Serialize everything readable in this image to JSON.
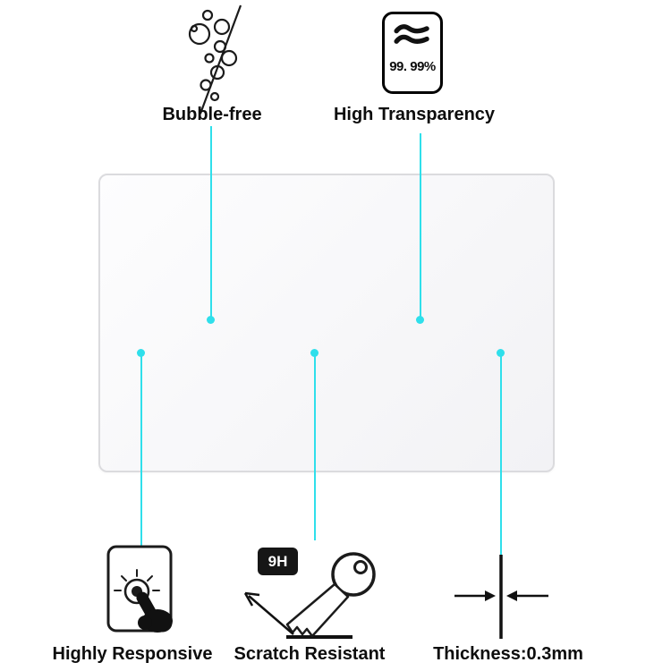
{
  "colors": {
    "accent_cyan": "#2fdfeb",
    "text": "#0d0d0d",
    "protector_border": "#dbdbde",
    "badge_dark": "#161616"
  },
  "callouts": {
    "bubble_free": {
      "label": "Bubble-free"
    },
    "high_transparency": {
      "label": "High Transparency",
      "value": "99. 99%"
    },
    "highly_responsive": {
      "label": "Highly Responsive"
    },
    "scratch_resistant": {
      "label": "Scratch Resistant",
      "hardness_badge": "9H"
    },
    "thickness": {
      "label": "Thickness:0.3mm"
    }
  },
  "icons": {
    "bubbles": "bubbles-icon",
    "transparency_waves": "transparency-waves-icon",
    "touch_hand": "touch-button-hand-icon",
    "key_scratch": "key-scratch-icon",
    "thickness_arrows": "thickness-arrows-icon"
  }
}
